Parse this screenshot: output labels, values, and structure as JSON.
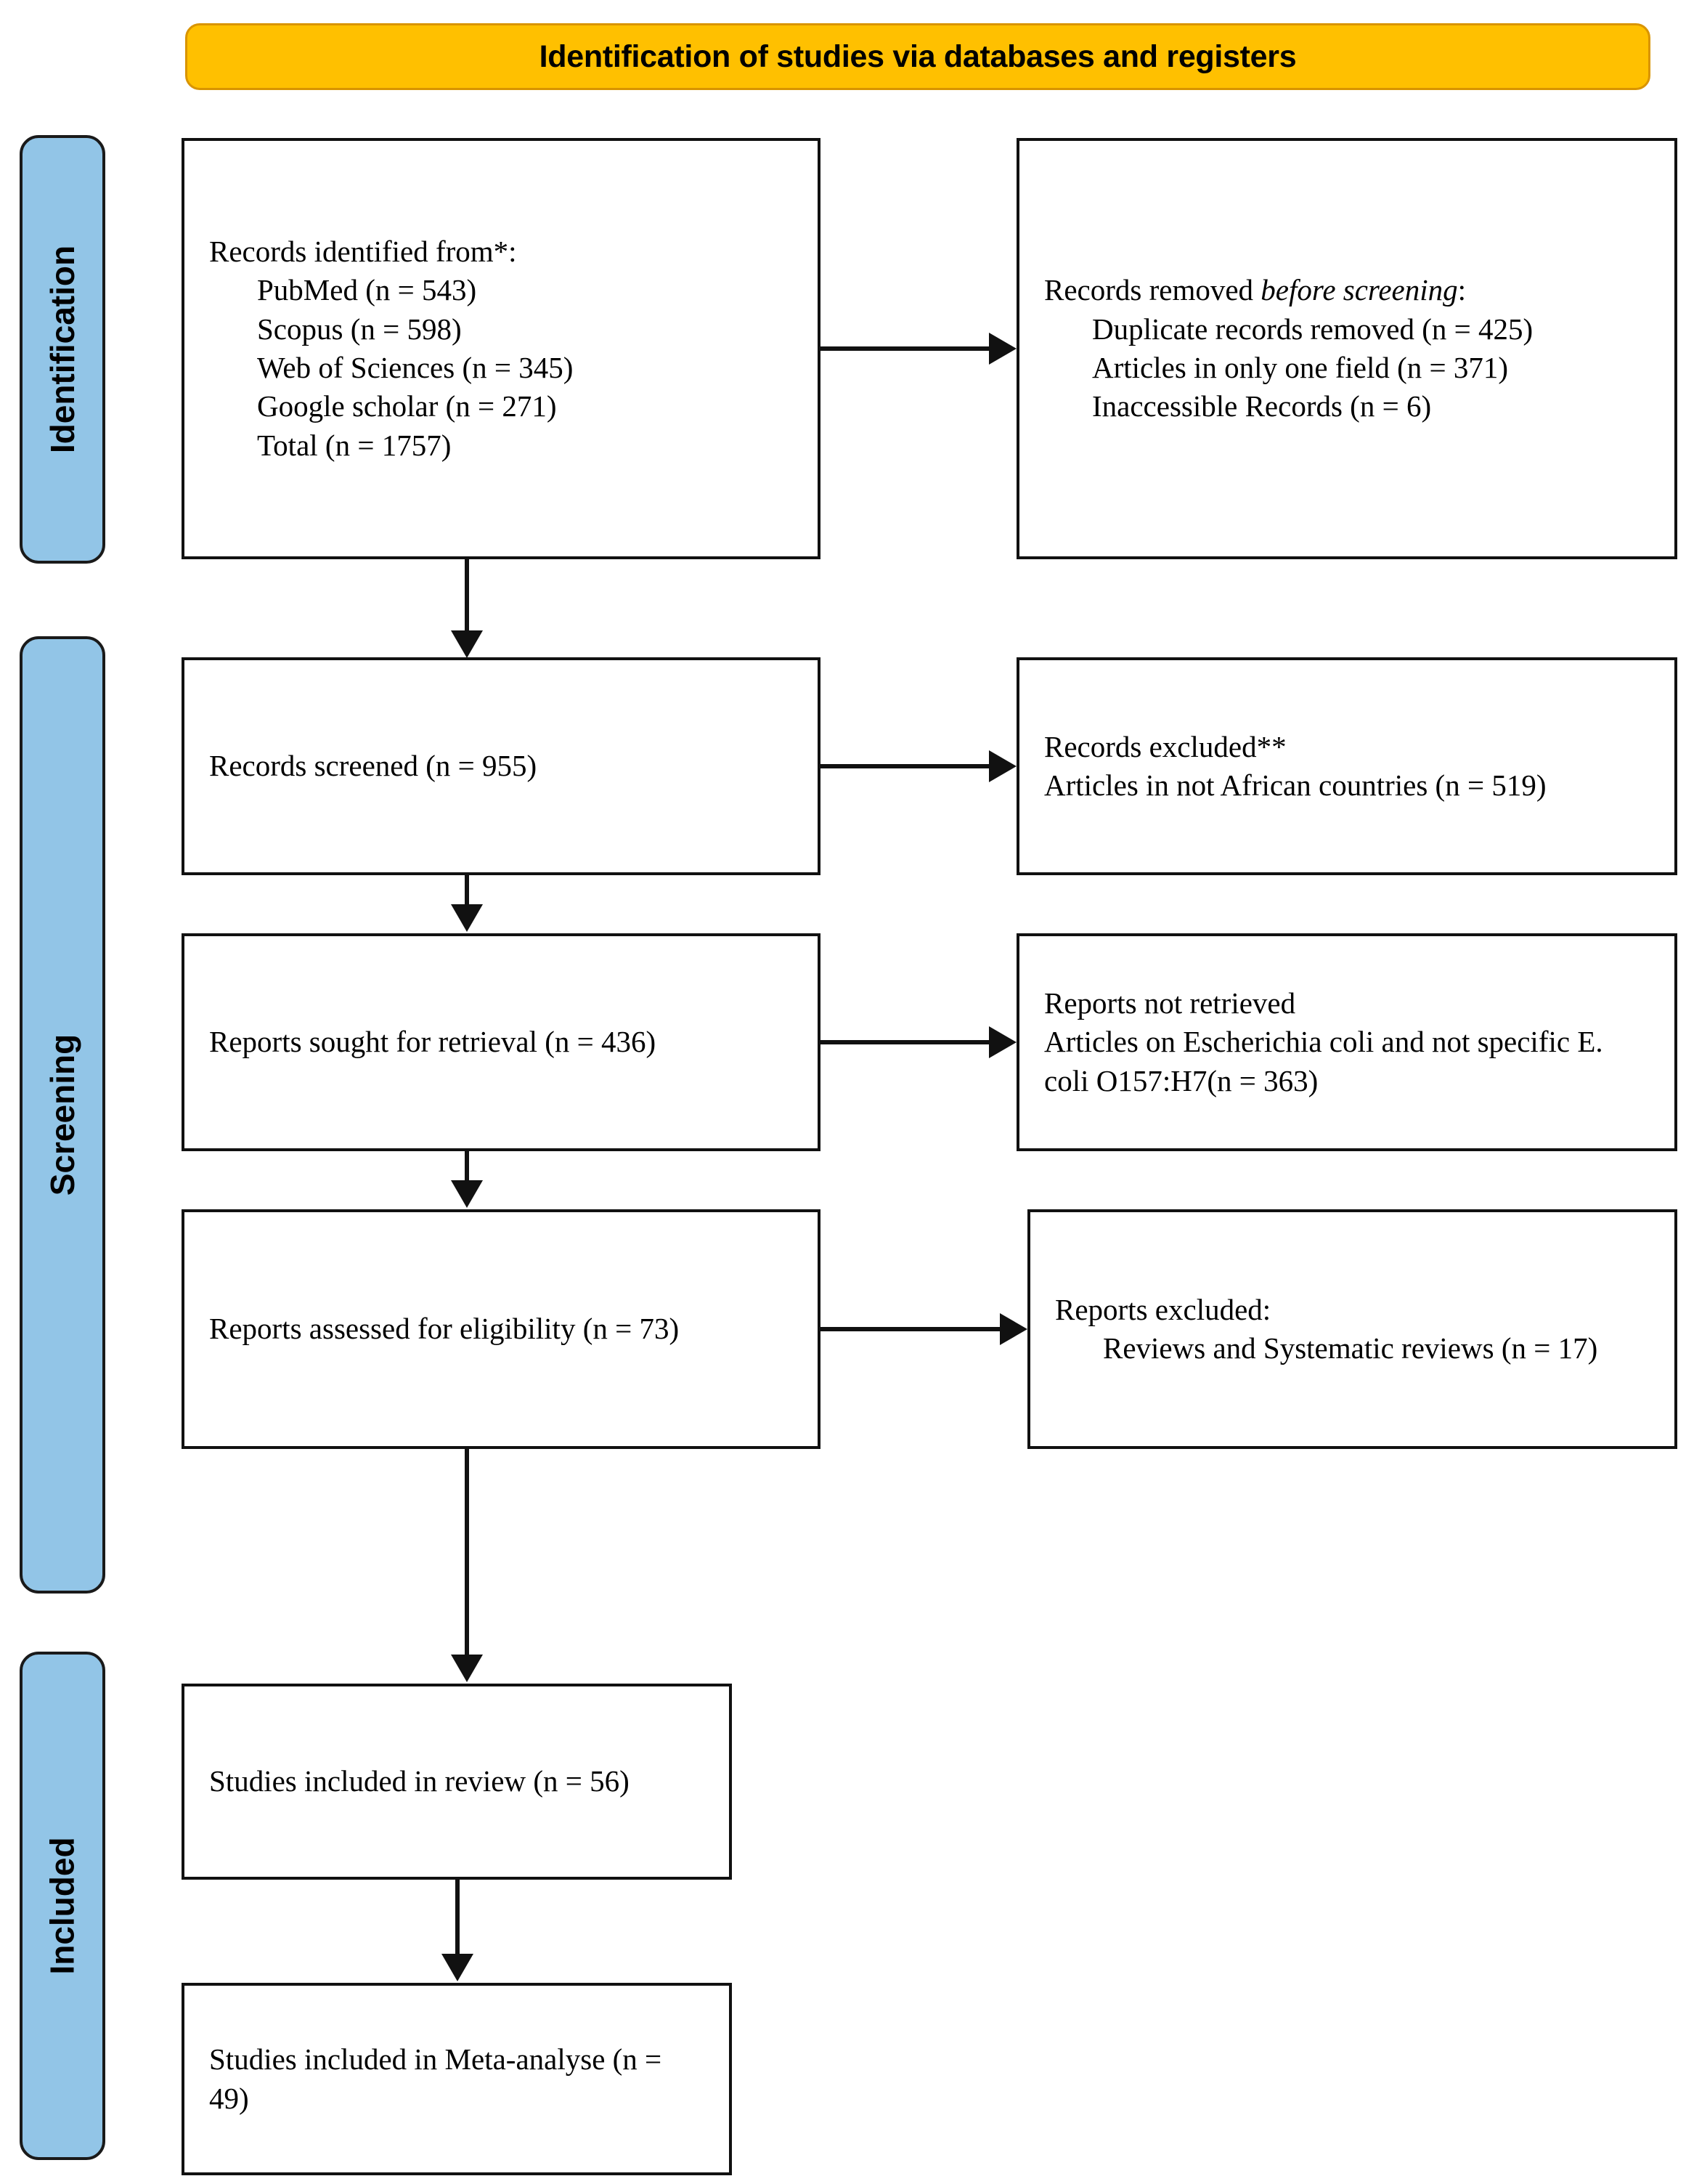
{
  "banner": {
    "title": "Identification of studies via databases and registers",
    "bg_color": "#FFC000",
    "border_color": "#D99400"
  },
  "stages": {
    "identification": "Identification",
    "screening": "Screening",
    "included": "Included",
    "pill_color": "#92C5E7"
  },
  "boxes": {
    "identified": {
      "heading": "Records identified from*:",
      "items": [
        "PubMed (n = 543)",
        "Scopus (n = 598)",
        "Web of Sciences (n = 345)",
        "Google scholar (n = 271)",
        "Total (n = 1757)"
      ]
    },
    "removed": {
      "heading_pre": "Records removed ",
      "heading_em": "before screening",
      "heading_post": ":",
      "items": [
        "Duplicate records removed (n = 425)",
        "Articles in only one field (n = 371)",
        "Inaccessible Records (n = 6)"
      ]
    },
    "screened": {
      "line1": "Records screened (n = 955)"
    },
    "excluded1": {
      "line1": "Records excluded**",
      "line2": "Articles in not African countries (n = 519)"
    },
    "sought": {
      "line1": "Reports sought for retrieval (n = 436)"
    },
    "notretrieved": {
      "line1": "Reports not retrieved",
      "line2": "Articles on Escherichia coli and not specific E. coli O157:H7(n = 363)"
    },
    "assessed": {
      "line1": "Reports assessed for eligibility (n = 73)"
    },
    "excluded2": {
      "heading": "Reports excluded:",
      "items": [
        "Reviews and Systematic reviews (n = 17)"
      ]
    },
    "inreview": {
      "line1": "Studies included in review (n = 56)"
    },
    "metaanalysis": {
      "line1": "Studies included in Meta-analyse (n = 49)"
    }
  },
  "chart_data": {
    "type": "flow",
    "title": "Identification of studies via databases and registers",
    "nodes": [
      {
        "id": "identified",
        "stage": "Identification",
        "label": "Records identified from*",
        "n": 1757,
        "sources": [
          {
            "name": "PubMed",
            "n": 543
          },
          {
            "name": "Scopus",
            "n": 598
          },
          {
            "name": "Web of Sciences",
            "n": 345
          },
          {
            "name": "Google scholar",
            "n": 271
          }
        ]
      },
      {
        "id": "removed",
        "stage": "Identification",
        "label": "Records removed before screening",
        "reasons": [
          {
            "name": "Duplicate records removed",
            "n": 425
          },
          {
            "name": "Articles in only one field",
            "n": 371
          },
          {
            "name": "Inaccessible Records",
            "n": 6
          }
        ]
      },
      {
        "id": "screened",
        "stage": "Screening",
        "label": "Records screened",
        "n": 955
      },
      {
        "id": "excluded1",
        "stage": "Screening",
        "label": "Records excluded**",
        "reasons": [
          {
            "name": "Articles in not African countries",
            "n": 519
          }
        ]
      },
      {
        "id": "sought",
        "stage": "Screening",
        "label": "Reports sought for retrieval",
        "n": 436
      },
      {
        "id": "notretrieved",
        "stage": "Screening",
        "label": "Reports not retrieved",
        "reasons": [
          {
            "name": "Articles on Escherichia coli and not specific E. coli O157:H7",
            "n": 363
          }
        ]
      },
      {
        "id": "assessed",
        "stage": "Screening",
        "label": "Reports assessed for eligibility",
        "n": 73
      },
      {
        "id": "excluded2",
        "stage": "Screening",
        "label": "Reports excluded",
        "reasons": [
          {
            "name": "Reviews and Systematic reviews",
            "n": 17
          }
        ]
      },
      {
        "id": "inreview",
        "stage": "Included",
        "label": "Studies included in review",
        "n": 56
      },
      {
        "id": "metaanalysis",
        "stage": "Included",
        "label": "Studies included in Meta-analyse",
        "n": 49
      }
    ],
    "edges": [
      {
        "from": "identified",
        "to": "removed",
        "direction": "right"
      },
      {
        "from": "identified",
        "to": "screened",
        "direction": "down"
      },
      {
        "from": "screened",
        "to": "excluded1",
        "direction": "right"
      },
      {
        "from": "screened",
        "to": "sought",
        "direction": "down"
      },
      {
        "from": "sought",
        "to": "notretrieved",
        "direction": "right"
      },
      {
        "from": "sought",
        "to": "assessed",
        "direction": "down"
      },
      {
        "from": "assessed",
        "to": "excluded2",
        "direction": "right"
      },
      {
        "from": "assessed",
        "to": "inreview",
        "direction": "down"
      },
      {
        "from": "inreview",
        "to": "metaanalysis",
        "direction": "down"
      }
    ]
  }
}
